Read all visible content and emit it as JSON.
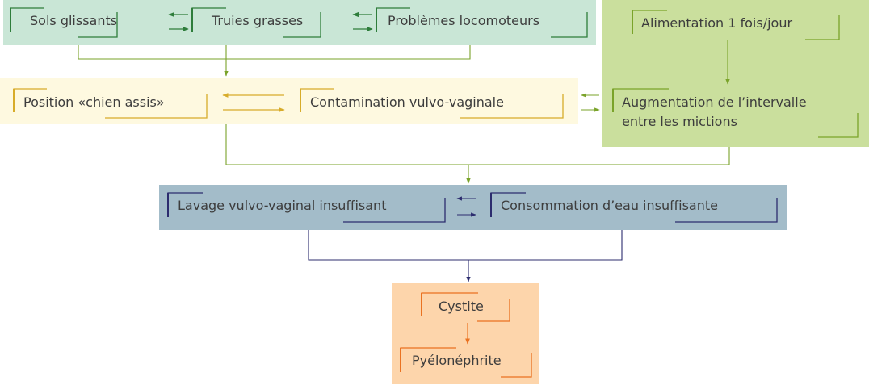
{
  "colors": {
    "green_panel": "#c9e6d6",
    "yellow_panel": "#fef9e0",
    "olive_panel": "#cadf9d",
    "blue_panel": "#a3bcc9",
    "orange_panel": "#fdd5ab",
    "green_line": "#2e7d3b",
    "olive_line": "#7aa32a",
    "yellow_line": "#d7ac2a",
    "navy_line": "#2c2c6e",
    "orange_line": "#ea7221"
  },
  "nodes": {
    "sols_glissants": "Sols glissants",
    "truies_grasses": "Truies grasses",
    "problemes_locomoteurs": "Problèmes locomoteurs",
    "alimentation": "Alimentation 1 fois/jour",
    "position_chien_assis": "Position «chien assis»",
    "contamination": "Contamination vulvo-vaginale",
    "augmentation_line1": "Augmentation de l’intervalle",
    "augmentation_line2": "entre les mictions",
    "lavage": "Lavage vulvo-vaginal insuffisant",
    "consommation": "Consommation d’eau insuffisante",
    "cystite": "Cystite",
    "pyelonephrite": "Pyélonéphrite"
  }
}
